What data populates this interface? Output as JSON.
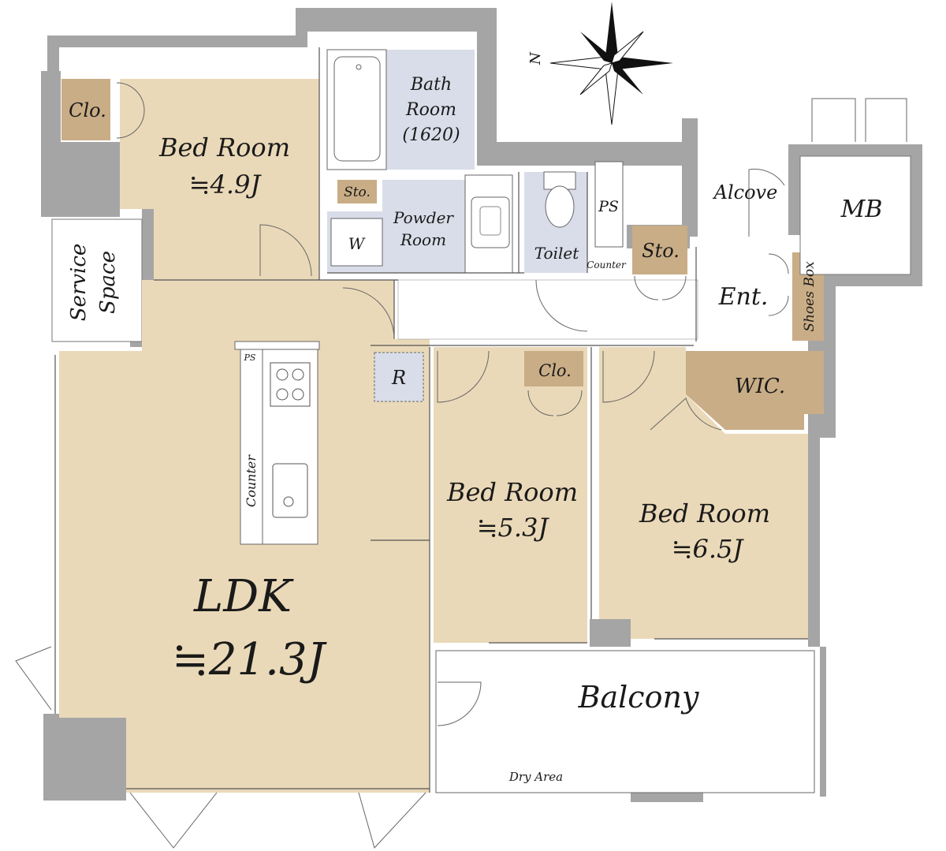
{
  "rooms": {
    "bed1": {
      "name": "Bed Room",
      "size": "≒4.9J"
    },
    "bed2": {
      "name": "Bed Room",
      "size": "≒5.3J"
    },
    "bed3": {
      "name": "Bed Room",
      "size": "≒6.5J"
    },
    "ldk": {
      "name": "LDK",
      "size": "≒21.3J"
    },
    "bath_line1": "Bath",
    "bath_line2": "Room",
    "bath_line3": "(1620)",
    "powder_line1": "Powder",
    "powder_line2": "Room",
    "toilet": "Toilet",
    "alcove": "Alcove",
    "mb": "MB",
    "ent": "Ent.",
    "shoes_box": "Shoes Box",
    "wic": "WIC.",
    "balcony": "Balcony",
    "dry_area": "Dry Area",
    "service_line1": "Service",
    "service_line2": "Space",
    "clo_bed1": "Clo.",
    "clo_bed2": "Clo.",
    "sto_bath": "Sto.",
    "sto_ent": "Sto.",
    "ps_main": "PS",
    "ps_kitchen": "PS",
    "washer": "W",
    "refrigerator": "R",
    "counter_kitchen": "Counter",
    "counter_toilet": "Counter"
  },
  "compass": {
    "north_label": "N"
  },
  "colors": {
    "room": "#ead9b8",
    "storage": "#c9ad86",
    "wet_area": "#d9dde9",
    "wall": "#a5a5a5"
  }
}
